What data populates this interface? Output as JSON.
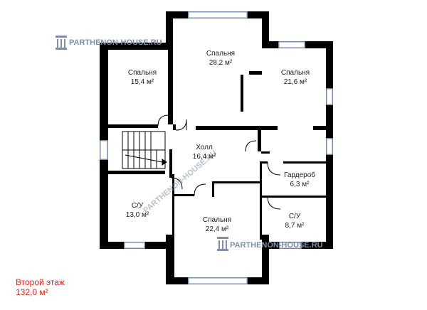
{
  "watermark": {
    "text": "PARTHENON-HOUSE.RU",
    "diagonal_text": "PARTHENON-HOUSE.RU",
    "color": "#7f8fa6"
  },
  "rooms": [
    {
      "id": "bedroom-1",
      "name": "Спальня",
      "area": "15,4 м²"
    },
    {
      "id": "bedroom-2",
      "name": "Спальня",
      "area": "28,2 м²"
    },
    {
      "id": "bedroom-3",
      "name": "Спальня",
      "area": "21,6 м²"
    },
    {
      "id": "hall",
      "name": "Холл",
      "area": "16,4 м²"
    },
    {
      "id": "bathroom-1",
      "name": "С/У",
      "area": "13,0 м²"
    },
    {
      "id": "bedroom-4",
      "name": "Спальня",
      "area": "22,4 м²"
    },
    {
      "id": "wardrobe",
      "name": "Гардероб",
      "area": "6,3 м²"
    },
    {
      "id": "bathroom-2",
      "name": "С/У",
      "area": "8,7 м²"
    }
  ],
  "caption": {
    "floor": "Второй этаж",
    "total_area": "132,0 м²",
    "color": "#e0201b"
  },
  "colors": {
    "wall": "#000000",
    "window": "#9db8d9",
    "background": "#ffffff"
  }
}
